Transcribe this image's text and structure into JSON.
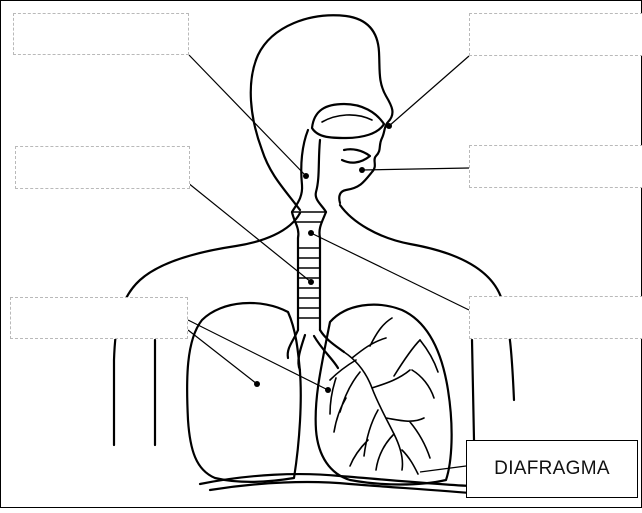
{
  "diagram": {
    "labels": {
      "diafragma": "DIAFRAGMA"
    },
    "blank_labels": [
      "top-left",
      "mid-left",
      "low-left",
      "top-right",
      "mid-right",
      "low-right"
    ]
  },
  "colors": {
    "ink": "#000000",
    "box_border": "#b9b9b9",
    "background": "#ffffff"
  }
}
